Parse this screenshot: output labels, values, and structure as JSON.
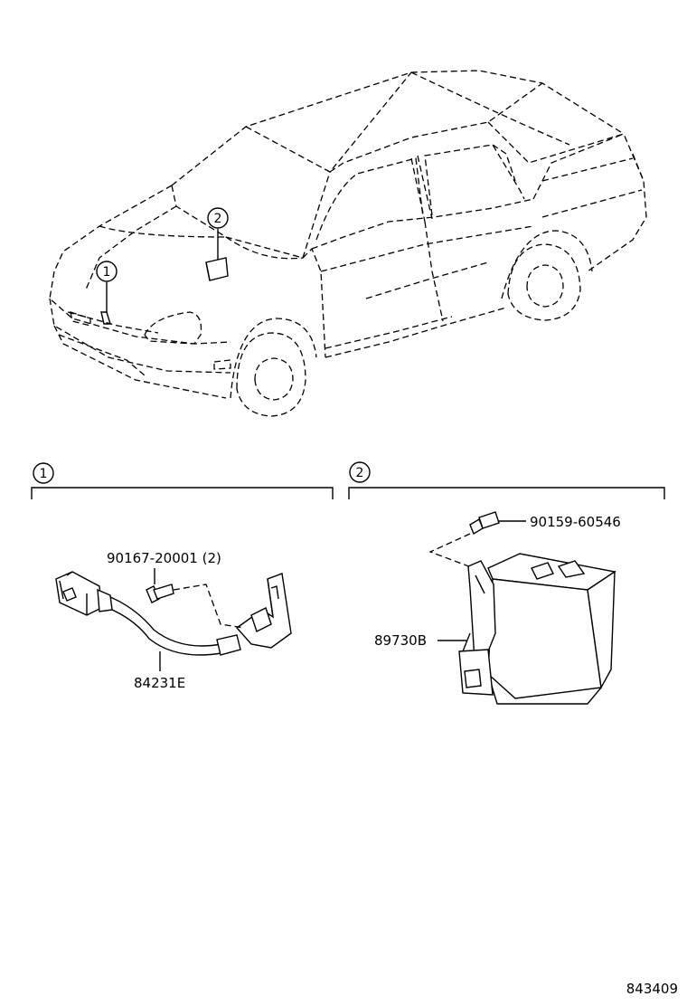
{
  "callouts": {
    "car_1": "1",
    "car_2": "2",
    "section_1": "1",
    "section_2": "2"
  },
  "parts": {
    "bolt_1": "90167-20001 (2)",
    "sensor": "84231E",
    "bolt_2": "90159-60546",
    "module": "89730B"
  },
  "illustration_number": "843409"
}
